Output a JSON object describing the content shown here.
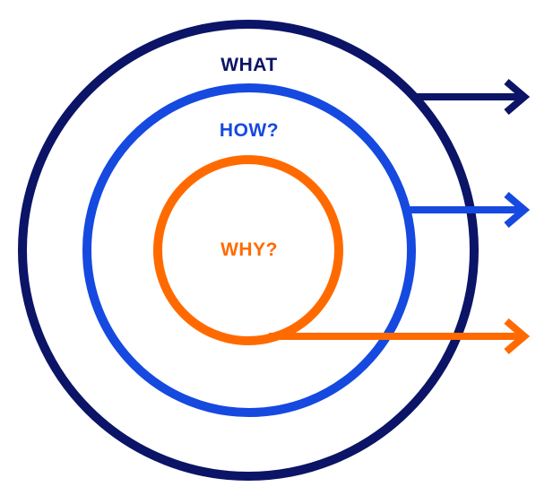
{
  "diagram": {
    "rings": [
      {
        "id": "what",
        "label": "WHAT",
        "color": "#0b1466"
      },
      {
        "id": "how",
        "label": "HOW?",
        "color": "#1549e0"
      },
      {
        "id": "why",
        "label": "WHY?",
        "color": "#ff6a00"
      }
    ],
    "background": "#ffffff",
    "arrow_icon": "right-arrow"
  }
}
